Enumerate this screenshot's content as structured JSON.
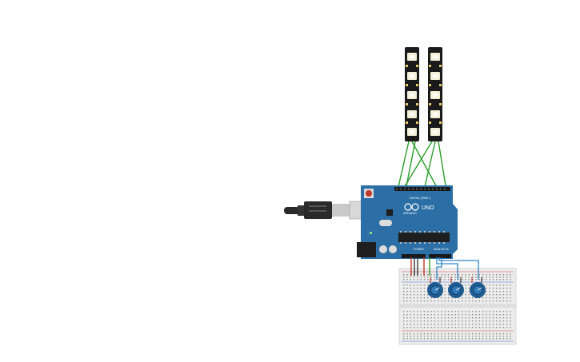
{
  "canvas": {
    "background": "#ffffff"
  },
  "arduino": {
    "brand": "ARDUINO",
    "model": "UNO",
    "digital_label": "DIGITAL (PWM~)",
    "power_label": "POWER",
    "analog_label": "ANALOG IN",
    "board_color": "#2b6fa6"
  },
  "led_strips": {
    "count": 2,
    "leds_per_strip": 5,
    "strip_color": "#1a1a1a"
  },
  "potentiometers": {
    "count": 3,
    "knob_color": "#1f5b91"
  },
  "breadboard": {
    "color": "#ececec",
    "rail_red": "#d64545",
    "rail_blue": "#4a6fd6"
  },
  "wires": {
    "signal_color": "#2a9d2a",
    "analog_color": "#2f87c9",
    "power_color": "#c0392b",
    "ground_color": "#333333"
  },
  "usb_cable": {
    "color": "#2a2a2a"
  }
}
